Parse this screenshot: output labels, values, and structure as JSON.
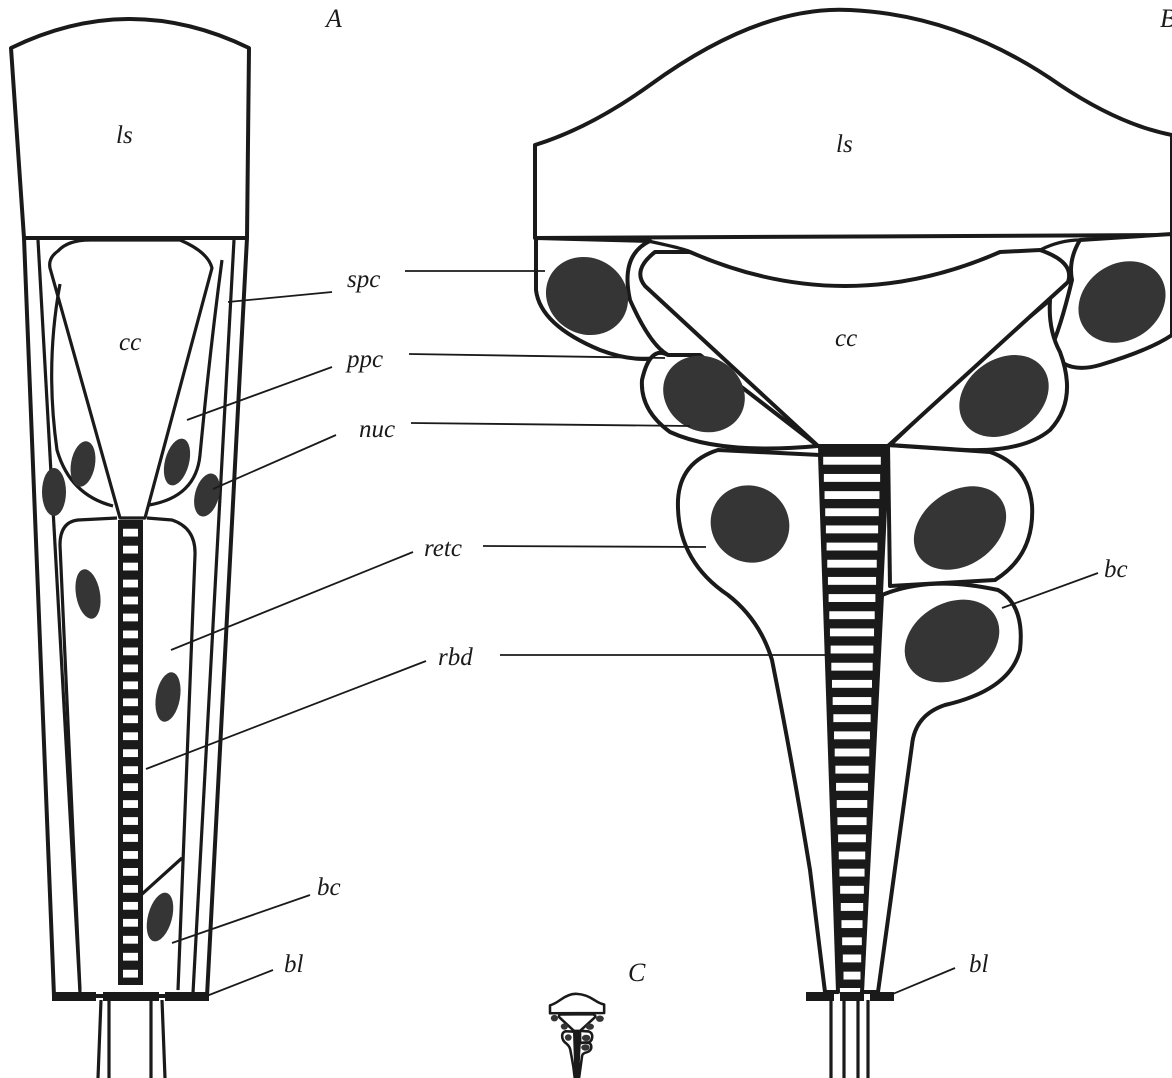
{
  "panels": {
    "a": "A",
    "b": "B",
    "c": "C"
  },
  "labels": {
    "ls": "ls",
    "cc": "cc",
    "spc": "spc",
    "ppc": "ppc",
    "nuc": "nuc",
    "retc": "retc",
    "rbd": "rbd",
    "bc": "bc",
    "bl": "bl"
  },
  "colors": {
    "stroke": "#1a1a1a",
    "nucleus": "#353535",
    "background": "#ffffff"
  }
}
